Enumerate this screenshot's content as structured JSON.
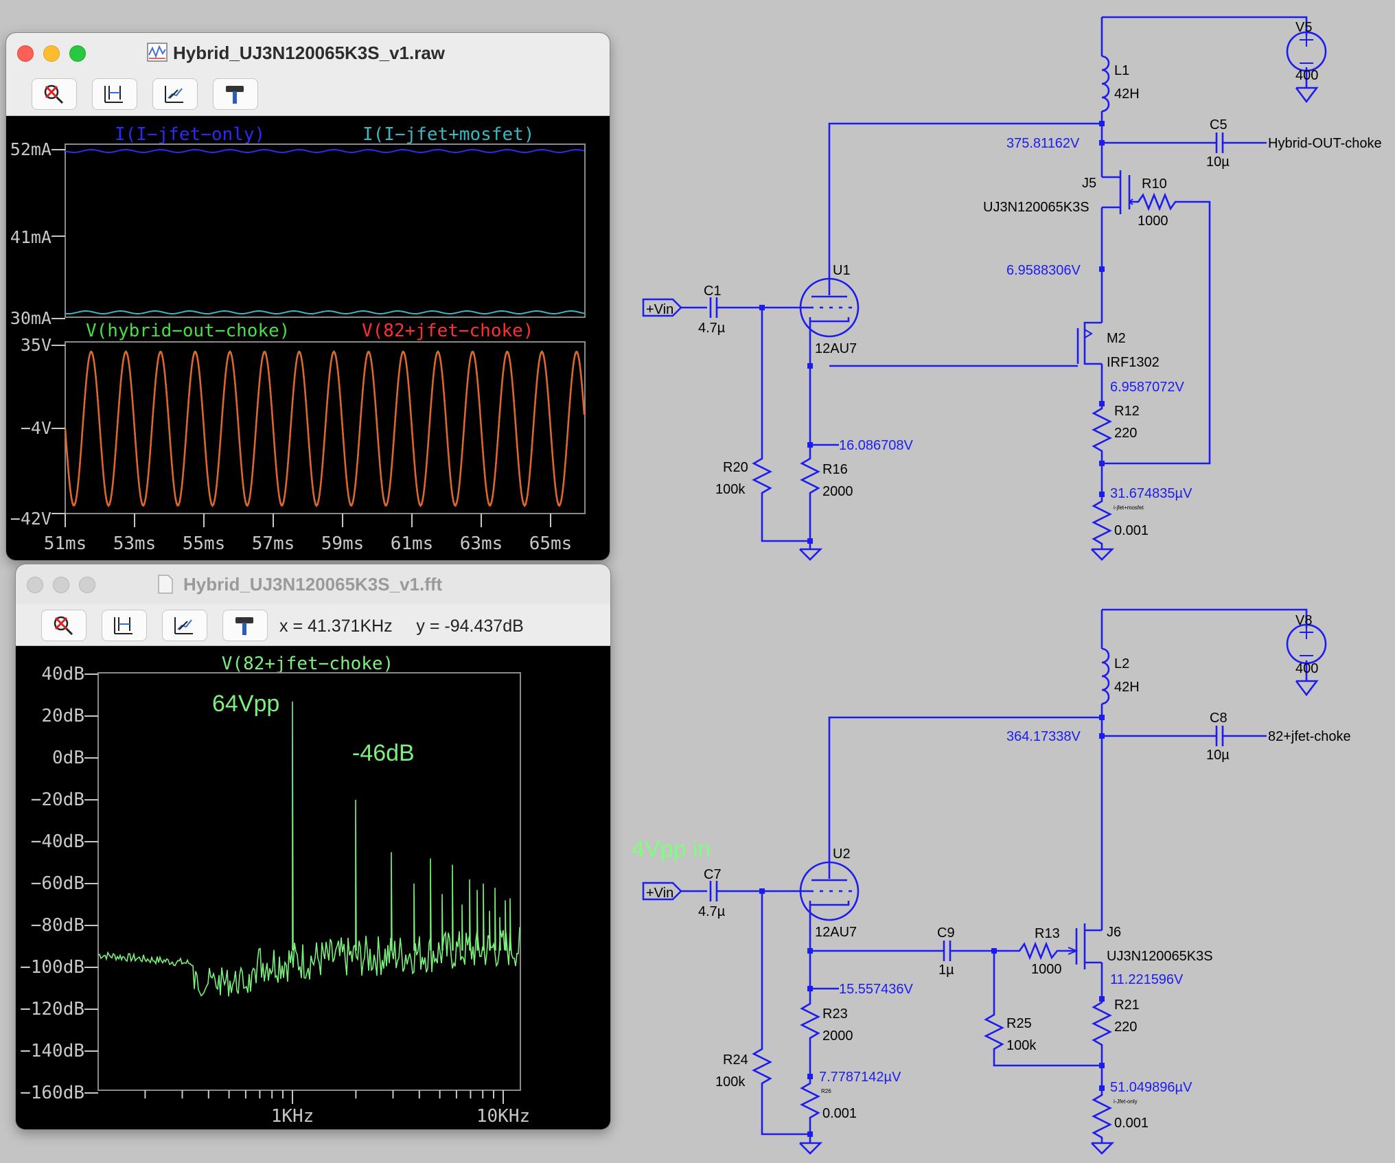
{
  "raw_window": {
    "title": "Hybrid_UJ3N120065K3S_v1.raw",
    "toolbar_icons": [
      "zoom-cancel-icon",
      "autorange-icon",
      "zoom-back-icon",
      "hammer-icon"
    ],
    "top_pane": {
      "traces": [
        {
          "label": "I(I−jfet−only)",
          "color": "#2b2bf5"
        },
        {
          "label": "I(I−jfet+mosfet)",
          "color": "#39b7c2"
        }
      ],
      "y_ticks": [
        "52mA",
        "41mA",
        "30mA"
      ]
    },
    "bottom_pane": {
      "traces": [
        {
          "label": "V(hybrid−out−choke)",
          "color": "#44e044"
        },
        {
          "label": "V(82+jfet−choke)",
          "color": "#ff3030"
        }
      ],
      "y_ticks": [
        "35V",
        "−4V",
        "−42V"
      ]
    },
    "x_ticks": [
      "51ms",
      "53ms",
      "55ms",
      "57ms",
      "59ms",
      "61ms",
      "63ms",
      "65ms"
    ]
  },
  "fft_window": {
    "title": "Hybrid_UJ3N120065K3S_v1.fft",
    "toolbar_icons": [
      "zoom-cancel-icon",
      "autorange-icon",
      "zoom-back-icon",
      "hammer-icon"
    ],
    "cursor_readout": "x = 41.371KHz     y = -94.437dB",
    "trace_label": "V(82+jfet−choke)",
    "annotation_fundamental": "64Vpp",
    "annotation_harmonic": "-46dB",
    "y_ticks": [
      "40dB",
      "20dB",
      "0dB",
      "−20dB",
      "−40dB",
      "−60dB",
      "−80dB",
      "−100dB",
      "−120dB",
      "−140dB",
      "−160dB"
    ],
    "x_ticks": [
      "1KHz",
      "10KHz"
    ]
  },
  "schematic_top": {
    "V5": "V5",
    "V5_value": "400",
    "L1": "L1",
    "L1_value": "42H",
    "C5": "C5",
    "C5_value": "10µ",
    "out_net": "Hybrid-OUT-choke",
    "node_plate": "375.81162V",
    "J5": "J5",
    "J5_model": "UJ3N120065K3S",
    "R10": "R10",
    "R10_value": "1000",
    "node_cathode_jfet": "6.9588306V",
    "U1": "U1",
    "U1_model": "12AU7",
    "C1": "C1",
    "C1_value": "4.7µ",
    "vin": "+Vin",
    "M2": "M2",
    "M2_model": "IRF1302",
    "node_source_m2": "6.9587072V",
    "R12": "R12",
    "R12_value": "220",
    "node_r16": "16.086708V",
    "R16": "R16",
    "R16_value": "2000",
    "R20": "R20",
    "R20_value": "100k",
    "node_sense": "31.674835µV",
    "sense_small": "i-jfet+mosfet",
    "sense_value": "0.001"
  },
  "schematic_bottom": {
    "V8": "V8",
    "V8_value": "400",
    "L2": "L2",
    "L2_value": "42H",
    "C8": "C8",
    "C8_value": "10µ",
    "out_net": "82+jfet-choke",
    "node_plate": "364.17338V",
    "input_note": "4Vpp in",
    "U2": "U2",
    "U2_model": "12AU7",
    "C7": "C7",
    "C7_value": "4.7µ",
    "vin": "+Vin",
    "C9": "C9",
    "C9_value": "1µ",
    "R13": "R13",
    "R13_value": "1000",
    "J6": "J6",
    "J6_model": "UJ3N120065K3S",
    "node_source_j6": "11.221596V",
    "R21": "R21",
    "R21_value": "220",
    "node_r23": "15.557436V",
    "R23": "R23",
    "R23_value": "2000",
    "R24": "R24",
    "R24_value": "100k",
    "R25": "R25",
    "R25_value": "100k",
    "node_r26": "7.7787142µV",
    "R26_small": "R26",
    "R26_value": "0.001",
    "node_sense": "51.049896µV",
    "sense_small": "i-Jfet-only",
    "sense_value": "0.001"
  },
  "colors": {
    "wire": "#1c1cf0",
    "background": "#c4c4c4",
    "plot_bg": "#000000",
    "fft_trace": "#7cf07c"
  }
}
